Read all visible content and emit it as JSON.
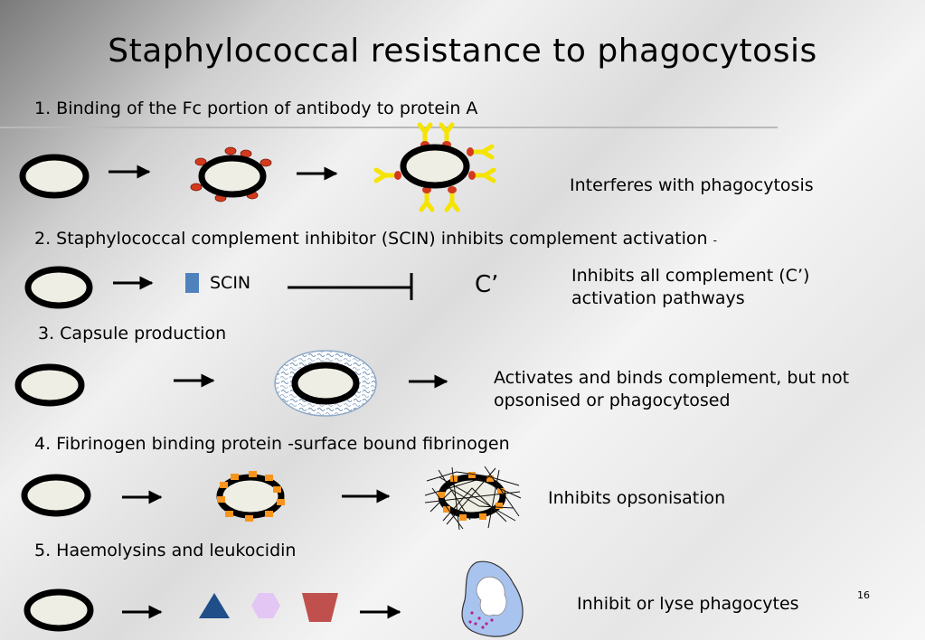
{
  "slide": {
    "title": "Staphylococcal resistance to phagocytosis",
    "page_number": "16"
  },
  "steps": [
    {
      "heading": "1. Binding of the Fc portion of antibody to protein A",
      "outcome": "Interferes with phagocytosis"
    },
    {
      "heading": "2. Staphylococcal complement  inhibitor (SCIN) inhibits complement activation",
      "heading_suffix": "-",
      "label": "SCIN",
      "complement_symbol": "C’",
      "outcome_line1": "Inhibits all complement (C’)",
      "outcome_line2": "activation pathways"
    },
    {
      "heading": "3.  Capsule production",
      "outcome_line1": "Activates and binds complement, but not",
      "outcome_line2": "opsonised or phagocytosed"
    },
    {
      "heading": "4. Fibrinogen binding protein -surface bound fibrinogen",
      "outcome": "Inhibits opsonisation"
    },
    {
      "heading": "5.  Haemolysins and leukocidin",
      "outcome": "Inhibit or lyse phagocytes"
    }
  ],
  "colors": {
    "cell_fill": "#efeee4",
    "outline": "#000000",
    "protein_a": "#d33a1d",
    "antibody": "#f4e400",
    "scin": "#4f81bd",
    "capsule": "#6f8fb0",
    "fibrinogen_node": "#f7941d",
    "toxin_triangle": "#1f4e89",
    "toxin_hexagon": "#e3c6f3",
    "toxin_trapezoid": "#c0504d",
    "phagocyte": "#a9c3ef",
    "phagocyte_granule": "#b3238f"
  }
}
